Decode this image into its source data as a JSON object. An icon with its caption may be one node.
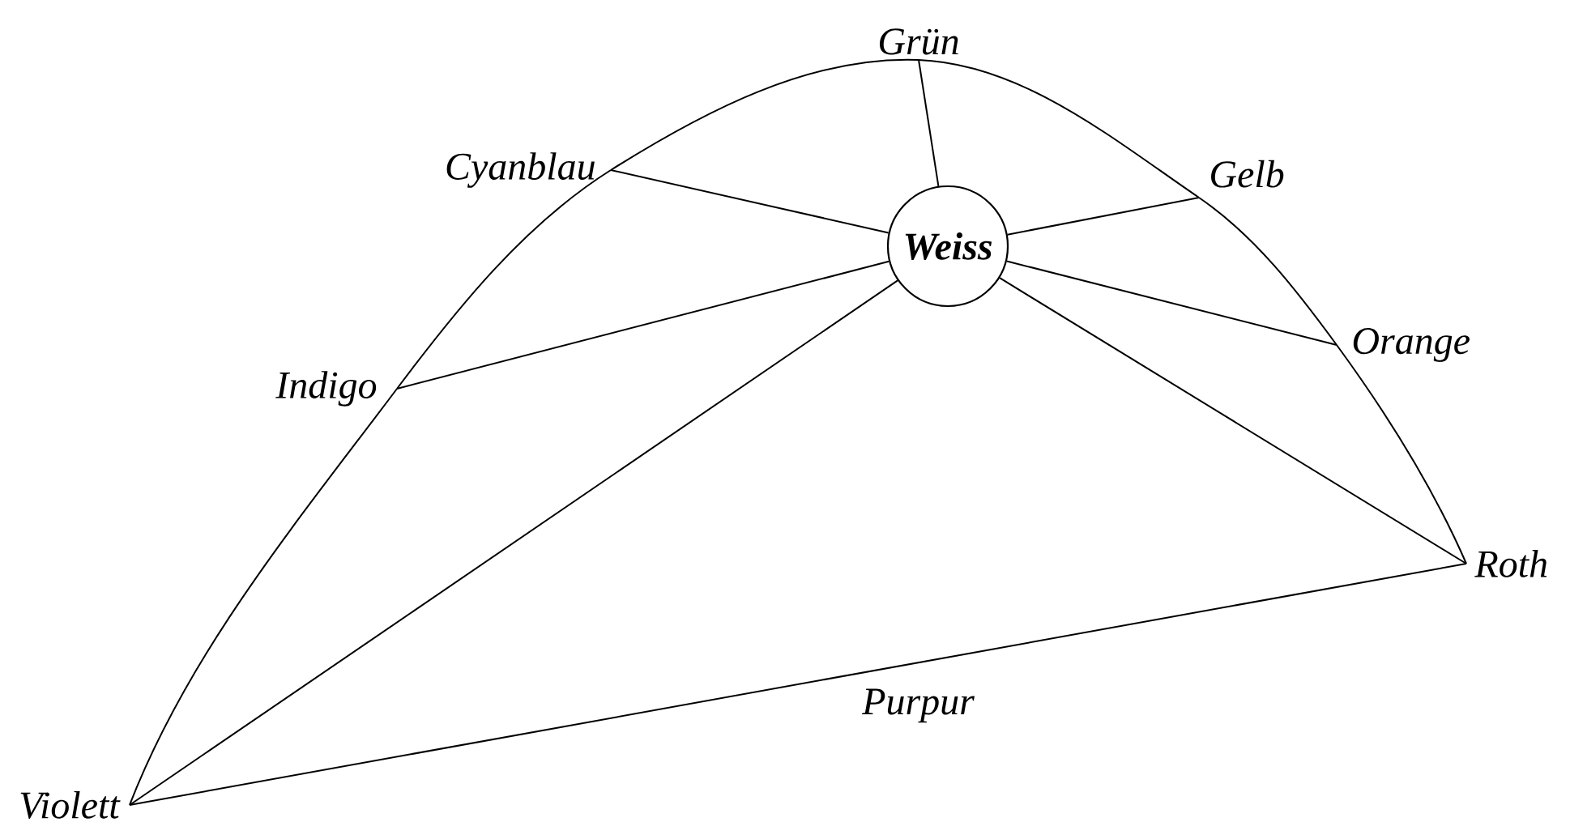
{
  "diagram": {
    "nodes": [
      {
        "text": [
          "Grün"
        ]
      },
      {
        "text": [
          "Cyanblau"
        ]
      },
      {
        "text": [
          "Gelb"
        ]
      },
      {
        "text": [
          "Weiss"
        ]
      },
      {
        "text": [
          "Orange"
        ]
      },
      {
        "text": [
          "Indigo"
        ]
      },
      {
        "text": [
          "Roth"
        ]
      },
      {
        "text": [
          "Violett"
        ]
      }
    ],
    "edges": [
      {
        "from": 3,
        "to": 0,
        "arrow": "none"
      },
      {
        "from": 3,
        "to": 1,
        "arrow": "none"
      },
      {
        "from": 3,
        "to": 2,
        "arrow": "none"
      },
      {
        "from": 3,
        "to": 4,
        "arrow": "none"
      },
      {
        "from": 3,
        "to": 5,
        "arrow": "none"
      },
      {
        "from": 3,
        "to": 6,
        "arrow": "none"
      },
      {
        "from": 3,
        "to": 7,
        "arrow": "none"
      },
      {
        "from": 7,
        "to": 5,
        "arrow": "none"
      },
      {
        "from": 5,
        "to": 1,
        "arrow": "none"
      },
      {
        "from": 1,
        "to": 0,
        "arrow": "none"
      },
      {
        "from": 0,
        "to": 2,
        "arrow": "none"
      },
      {
        "from": 2,
        "to": 4,
        "arrow": "none"
      },
      {
        "from": 4,
        "to": 6,
        "arrow": "none"
      },
      {
        "from": 7,
        "to": 6,
        "arrow": "none",
        "label": "Purpur"
      }
    ]
  }
}
